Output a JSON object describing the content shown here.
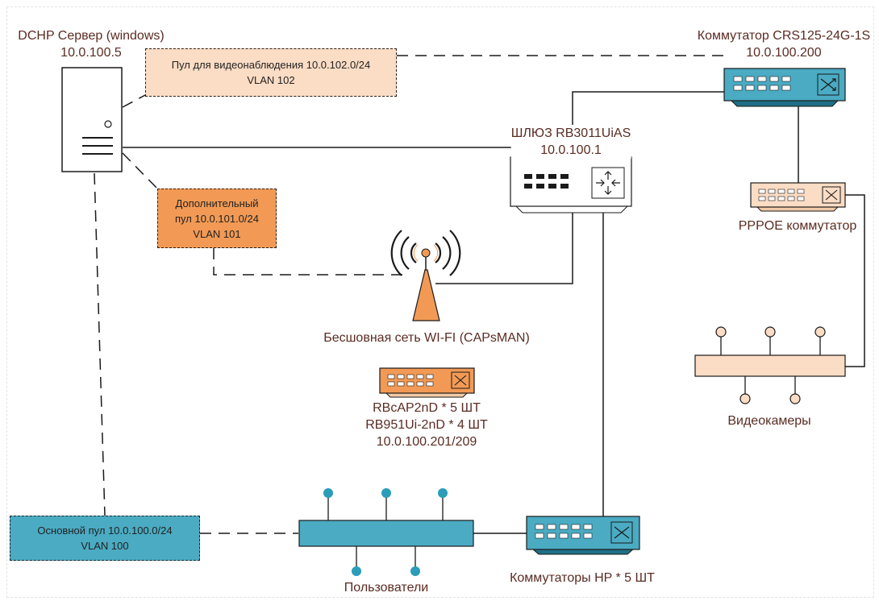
{
  "colors": {
    "blue": "#4aabc3",
    "peach": "#fbdcc4",
    "orange": "#f29a55",
    "label_text": "#5a2c22",
    "line": "#1a1a1a"
  },
  "devices": {
    "dhcp_server": {
      "title": "DCHP Сервер (windows)",
      "ip": "10.0.100.5",
      "icon": "server-icon"
    },
    "core_switch": {
      "title": "Коммутатор CRS125-24G-1S",
      "ip": "10.0.100.200",
      "icon": "switch-icon"
    },
    "gateway": {
      "title": "ШЛЮЗ RB3011UiAS",
      "ip": "10.0.100.1",
      "icon": "router-icon"
    },
    "pppoe_switch": {
      "title": "PPPOE коммутатор",
      "icon": "switch-icon"
    },
    "wifi": {
      "title": "Бесшовная сеть WI-FI (CAPsMAN)",
      "icon": "antenna-icon"
    },
    "access_points": {
      "line1": "RBcAP2nD * 5 ШТ",
      "line2": "RB951Ui-2nD * 4 ШТ",
      "line3": "10.0.100.201/209",
      "icon": "switch-icon"
    },
    "cameras": {
      "title": "Видеокамеры",
      "icon": "hub-icon"
    },
    "hp_switches": {
      "title": "Коммутаторы HP * 5 ШТ",
      "icon": "switch-icon"
    },
    "users": {
      "title": "Пользователи",
      "icon": "hub-icon"
    }
  },
  "pools": {
    "video": {
      "line1": "Пул для видеонаблюдения 10.0.102.0/24",
      "line2": "VLAN 102"
    },
    "extra": {
      "line1": "Дополнительный",
      "line2": "пул 10.0.101.0/24",
      "line3": "VLAN 101"
    },
    "main": {
      "line1": "Основной пул 10.0.100.0/24",
      "line2": "VLAN 100"
    }
  }
}
